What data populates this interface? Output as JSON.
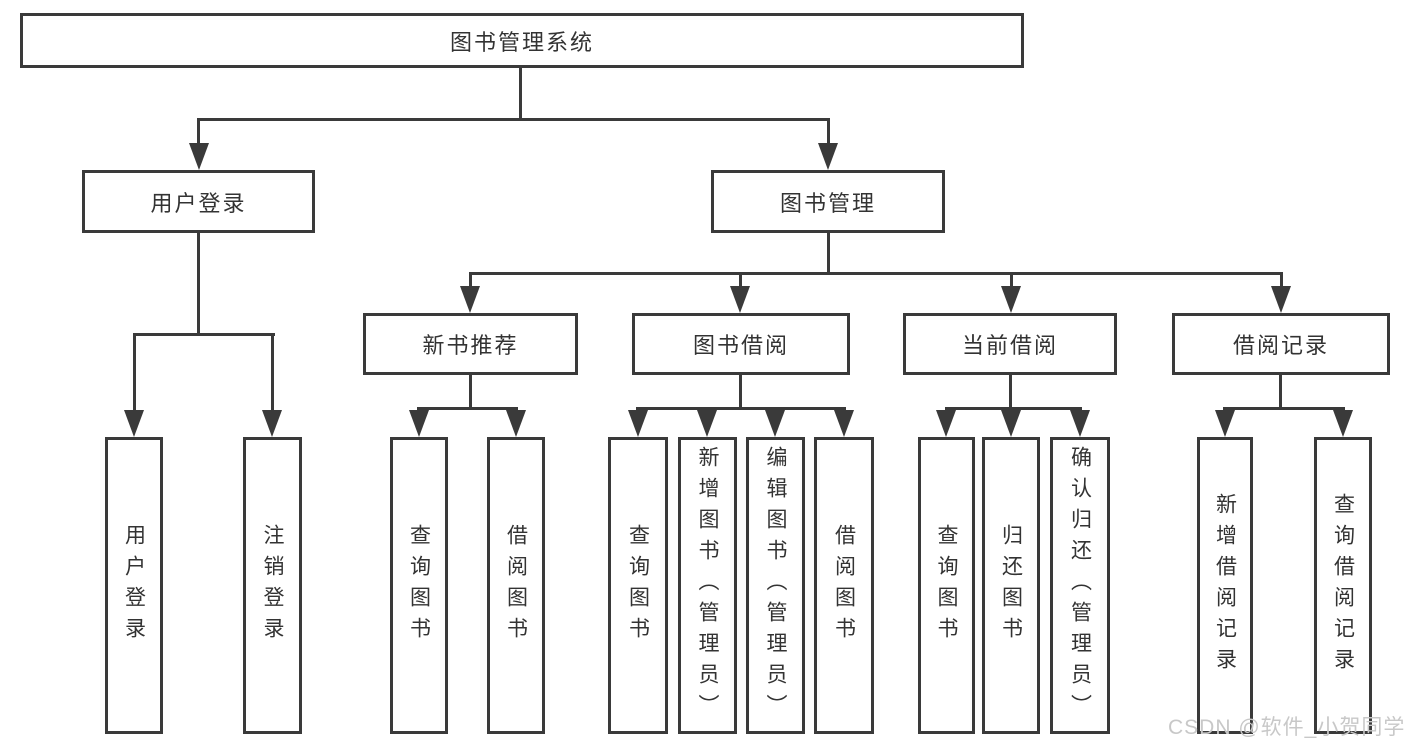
{
  "tree": {
    "root": {
      "label": "图书管理系统"
    },
    "level2": [
      {
        "label": "用户登录"
      },
      {
        "label": "图书管理"
      }
    ],
    "level3": [
      {
        "label": "新书推荐"
      },
      {
        "label": "图书借阅"
      },
      {
        "label": "当前借阅"
      },
      {
        "label": "借阅记录"
      }
    ],
    "leaf_groups": [
      {
        "items": [
          {
            "label": "用户登录"
          },
          {
            "label": "注销登录"
          }
        ]
      },
      {
        "items": [
          {
            "label": "查询图书"
          },
          {
            "label": "借阅图书"
          }
        ]
      },
      {
        "items": [
          {
            "label": "查询图书"
          },
          {
            "label": "新增图书（管理员）"
          },
          {
            "label": "编辑图书（管理员）"
          },
          {
            "label": "借阅图书"
          }
        ]
      },
      {
        "items": [
          {
            "label": "查询图书"
          },
          {
            "label": "归还图书"
          },
          {
            "label": "确认归还（管理员）"
          }
        ]
      },
      {
        "items": [
          {
            "label": "新增借阅记录"
          },
          {
            "label": "查询借阅记录"
          }
        ]
      }
    ]
  },
  "watermark": {
    "text": "CSDN @软件_小贺同学"
  },
  "colors": {
    "line": "#3a3a3a",
    "text": "#333333",
    "background": "#ffffff",
    "watermark": "#c8c8c8"
  }
}
